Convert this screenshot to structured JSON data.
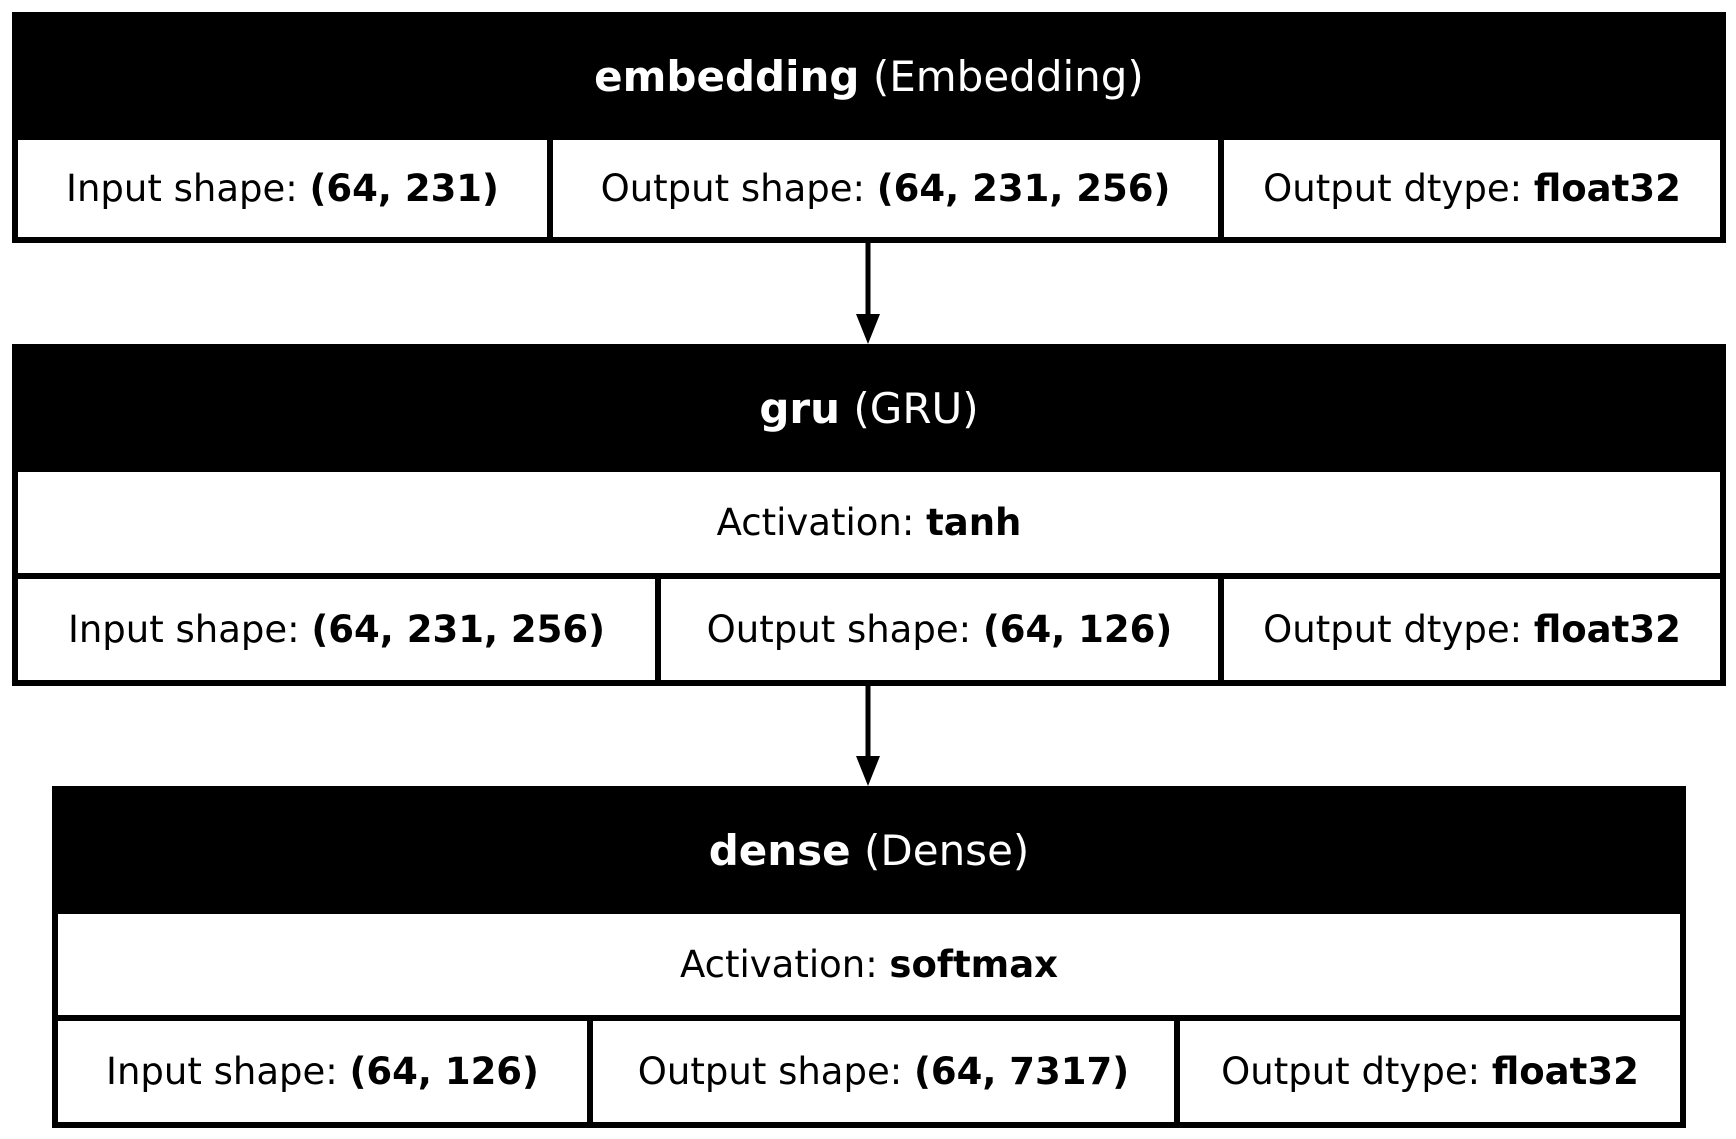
{
  "layers": [
    {
      "name": "embedding",
      "type": "(Embedding)",
      "activation": null,
      "cells": [
        {
          "label": "Input shape: ",
          "value": "(64, 231)"
        },
        {
          "label": "Output shape: ",
          "value": "(64, 231, 256)"
        },
        {
          "label": "Output dtype: ",
          "value": "float32"
        }
      ]
    },
    {
      "name": "gru",
      "type": "(GRU)",
      "activation": {
        "label": "Activation: ",
        "value": "tanh"
      },
      "cells": [
        {
          "label": "Input shape: ",
          "value": "(64, 231, 256)"
        },
        {
          "label": "Output shape: ",
          "value": "(64, 126)"
        },
        {
          "label": "Output dtype: ",
          "value": "float32"
        }
      ]
    },
    {
      "name": "dense",
      "type": "(Dense)",
      "activation": {
        "label": "Activation: ",
        "value": "softmax"
      },
      "cells": [
        {
          "label": "Input shape: ",
          "value": "(64, 126)"
        },
        {
          "label": "Output shape: ",
          "value": "(64, 7317)"
        },
        {
          "label": "Output dtype: ",
          "value": "float32"
        }
      ]
    }
  ],
  "colors": {
    "box": "#000000",
    "background": "#ffffff",
    "header_text": "#ffffff"
  }
}
